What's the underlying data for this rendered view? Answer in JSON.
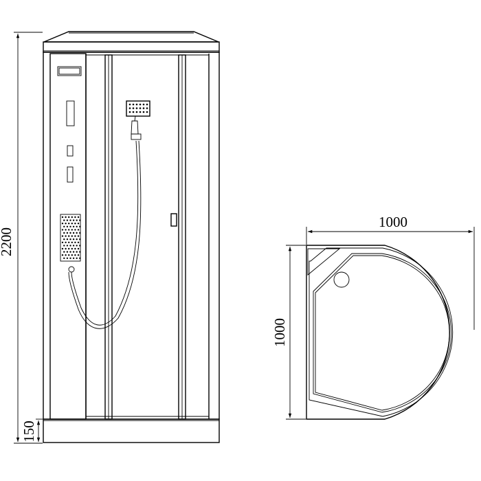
{
  "dimensions": {
    "front_height": "2200",
    "base_height": "150",
    "plan_width": "1000",
    "plan_depth": "1000"
  }
}
